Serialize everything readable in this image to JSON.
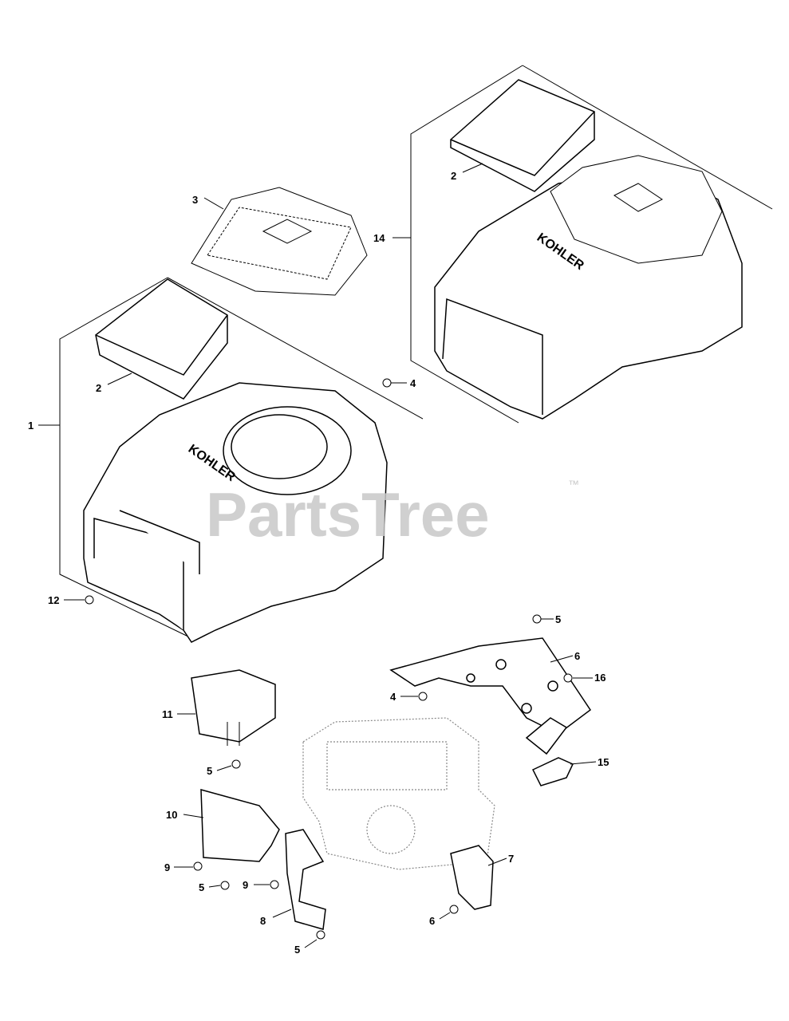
{
  "watermark": {
    "text": "PartsTree",
    "tm": "™"
  },
  "brand_logo": "KOHLER",
  "callouts": [
    {
      "id": "c1",
      "label": "1"
    },
    {
      "id": "c2a",
      "label": "2"
    },
    {
      "id": "c3",
      "label": "3"
    },
    {
      "id": "c4a",
      "label": "4"
    },
    {
      "id": "c2b",
      "label": "2"
    },
    {
      "id": "c14",
      "label": "14"
    },
    {
      "id": "c12",
      "label": "12"
    },
    {
      "id": "c5a",
      "label": "5"
    },
    {
      "id": "c6a",
      "label": "6"
    },
    {
      "id": "c16",
      "label": "16"
    },
    {
      "id": "c4b",
      "label": "4"
    },
    {
      "id": "c11",
      "label": "11"
    },
    {
      "id": "c5b",
      "label": "5"
    },
    {
      "id": "c15",
      "label": "15"
    },
    {
      "id": "c10",
      "label": "10"
    },
    {
      "id": "c7",
      "label": "7"
    },
    {
      "id": "c9a",
      "label": "9"
    },
    {
      "id": "c5c",
      "label": "5"
    },
    {
      "id": "c9b",
      "label": "9"
    },
    {
      "id": "c8",
      "label": "8"
    },
    {
      "id": "c6b",
      "label": "6"
    },
    {
      "id": "c5d",
      "label": "5"
    }
  ]
}
